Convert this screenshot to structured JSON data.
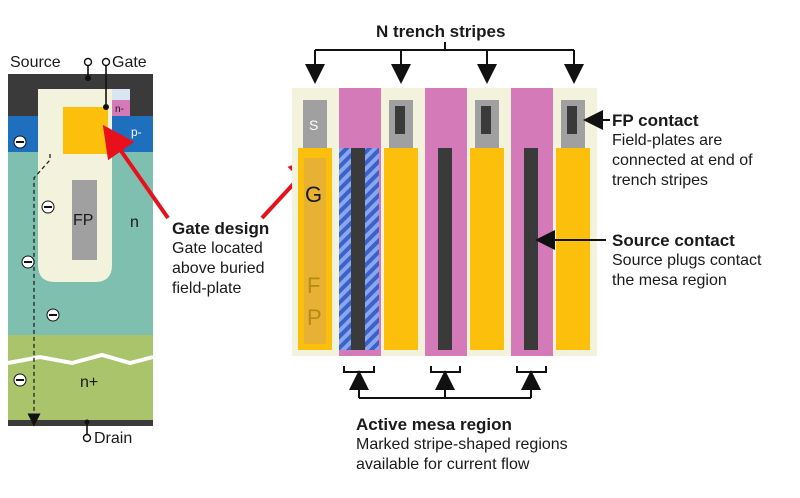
{
  "left_device": {
    "source_label": "Source",
    "gate_label": "Gate",
    "drain_label": "Drain",
    "n_minus_label": "n-",
    "p_minus_label": "p-",
    "fp_label": "FP",
    "n_drift_label": "n",
    "n_plus_label": "n+",
    "electron_symbol": "⊖"
  },
  "right_layout": {
    "top_title": "N trench stripes",
    "source_block_label": "S",
    "gate_label": "G",
    "fp_letter_f": "F",
    "fp_letter_p": "P"
  },
  "callouts": {
    "gate_design": {
      "title": "Gate design",
      "lines": [
        "Gate located",
        "above buried",
        "field-plate"
      ]
    },
    "fp_contact": {
      "title": "FP contact",
      "lines": [
        "Field-plates are",
        "connected at end of",
        "trench stripes"
      ]
    },
    "source_contact": {
      "title": "Source contact",
      "lines": [
        "Source plugs contact",
        "the mesa region"
      ]
    },
    "active_mesa": {
      "title": "Active mesa region",
      "lines": [
        "Marked stripe-shaped regions",
        "available for current flow"
      ]
    }
  },
  "colors": {
    "metal": "#3a3a3a",
    "oxide": "#f3f2dc",
    "gate_poly": "#fbbf0c",
    "p_body": "#1f6fbf",
    "n_drift": "#7fbfb0",
    "n_plus": "#a9c46a",
    "n_minus_pink": "#d47ab8",
    "field_plate": "#a0a0a0",
    "mesa_pink": "#d47ab8",
    "arrow_red": "#e8101a"
  }
}
